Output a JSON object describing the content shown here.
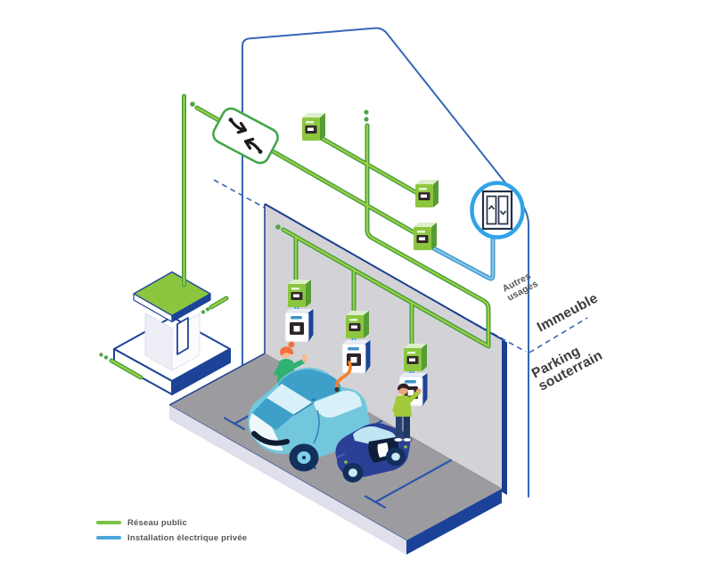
{
  "labels": {
    "immeuble": "Immeuble",
    "parking_line1": "Parking",
    "parking_line2": "souterrain",
    "autres_line1": "Autres",
    "autres_line2": "usages"
  },
  "legend": {
    "items": [
      {
        "id": "reseau-public",
        "label": "Réseau public",
        "color": "#7AC143"
      },
      {
        "id": "installation-electrique-privee",
        "label": "Installation électrique privée",
        "color": "#4BA6D8"
      }
    ]
  },
  "icons": {
    "elevator": "elevator-icon",
    "disconnect_switch": "disconnect-switch-icon",
    "electric_meter": "electric-meter-icon",
    "ev_charger": "ev-charger-icon"
  },
  "colors": {
    "public_network_green": "#7AC143",
    "private_installation_blue": "#4BA6D8",
    "outline_blue": "#3566B8",
    "navy": "#1C4397",
    "wall_gray": "#D3D3D7",
    "floor_gray": "#9C9CA0",
    "roof_green": "#8CC63F",
    "cable_orange": "#F58025"
  }
}
